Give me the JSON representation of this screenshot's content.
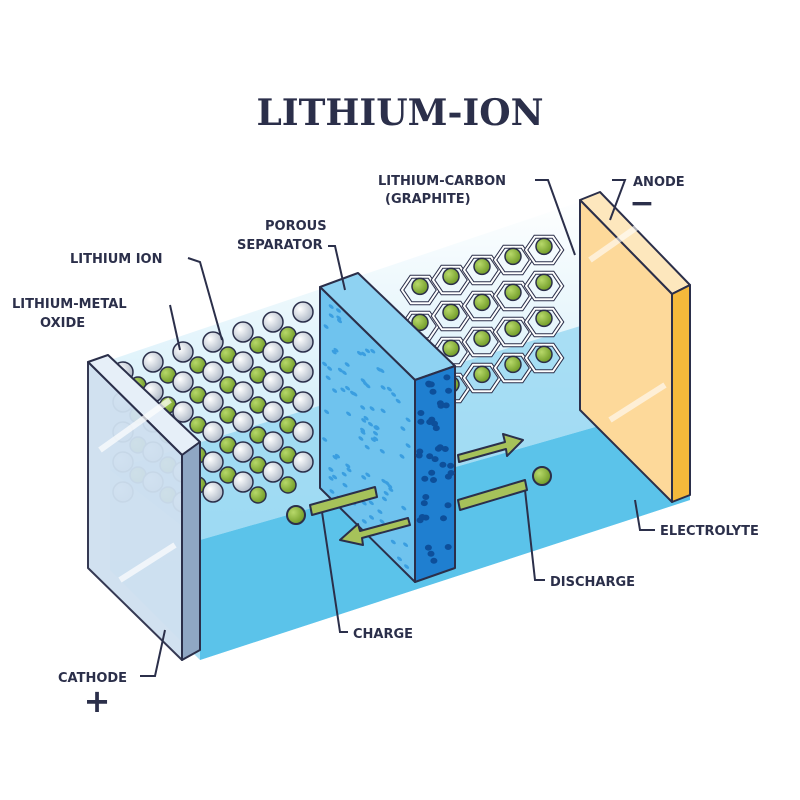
{
  "title": "LITHIUM-ION",
  "labels": {
    "lithium_carbon": "LITHIUM-CARBON",
    "graphite": "(GRAPHITE)",
    "anode": "ANODE",
    "anode_sign": "−",
    "porous": "POROUS",
    "separator": "SEPARATOR",
    "lithium_ion": "LITHIUM ION",
    "lithium_metal": "LITHIUM-METAL",
    "oxide": "OXIDE",
    "electrolyte": "ELECTROLYTE",
    "discharge": "DISCHARGE",
    "charge": "CHARGE",
    "cathode": "CATHODE",
    "cathode_sign": "+"
  },
  "colors": {
    "ink": "#2b2f4a",
    "electrolyte": "#5bc3ea",
    "electrolyte_light": "#bfe6f6",
    "separator": "#4aa9e0",
    "anode": "#fdd99a",
    "anode_side": "#f5b93b",
    "cathode": "#cfe0f0",
    "cathode_side": "#8fa7c4",
    "ion": "#8db33a"
  }
}
